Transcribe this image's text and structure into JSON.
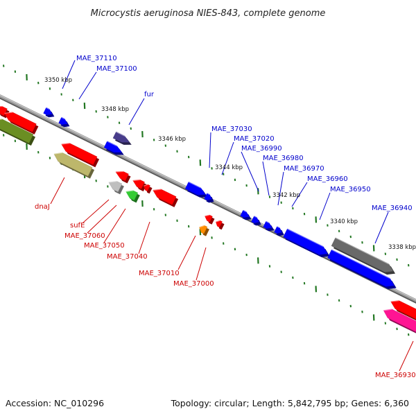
{
  "title": "Microcystis aeruginosa NIES-843, complete genome",
  "footer": {
    "accession": "Accession: NC_010296",
    "summary": "Topology: circular; Length: 5,842,795 bp; Genes: 6,360"
  },
  "colors": {
    "forward_label": "#0000cc",
    "reverse_label": "#cc0000",
    "backbone": "#8c8c8c",
    "tick_marks": "#227722",
    "fill_red": "#ff0000",
    "fill_blue": "#0000ff",
    "fill_olive": "#6b8e23",
    "fill_khaki": "#bdb76b",
    "fill_navy": "#483d8b",
    "fill_gray": "#bfbfbf",
    "fill_green": "#33cc33",
    "fill_orange": "#ff8c00",
    "fill_darkgray": "#696969",
    "fill_pink": "#ff1493"
  },
  "scale": {
    "unit": "kbp",
    "ticks": [
      {
        "label": "3350 kbp"
      },
      {
        "label": "3348 kbp"
      },
      {
        "label": "3346 kbp"
      },
      {
        "label": "3344 kbp"
      },
      {
        "label": "3342 kbp"
      },
      {
        "label": "3340 kbp"
      },
      {
        "label": "3338 kbp"
      }
    ]
  },
  "forward_gene_labels": [
    "MAE_37110",
    "MAE_37100",
    "fur",
    "MAE_37030",
    "MAE_37020",
    "MAE_36990",
    "MAE_36980",
    "MAE_36970",
    "MAE_36960",
    "MAE_36950",
    "MAE_36940"
  ],
  "reverse_gene_labels": [
    "dnaJ",
    "sufE",
    "MAE_37060",
    "MAE_37050",
    "MAE_37040",
    "MAE_37010",
    "MAE_37000",
    "MAE_36930"
  ]
}
